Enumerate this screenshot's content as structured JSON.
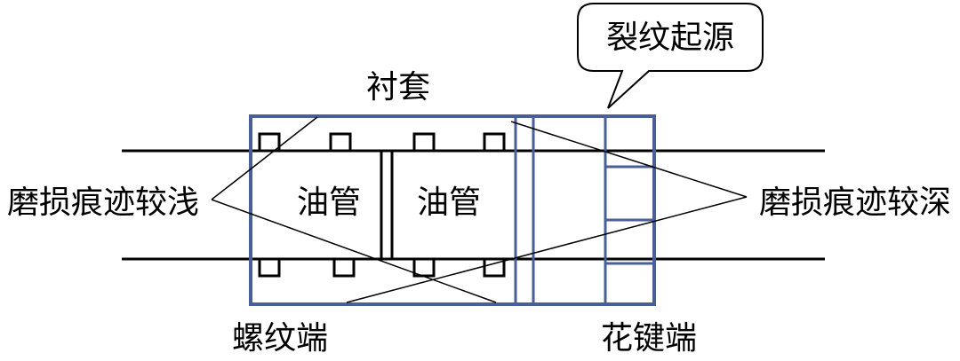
{
  "labels": {
    "crack_origin": "裂纹起源",
    "liner": "衬套",
    "wear_light": "磨损痕迹较浅",
    "tubing_left": "油管",
    "tubing_right": "油管",
    "wear_deep": "磨损痕迹较深",
    "thread_end": "螺纹端",
    "spline_end": "花键端"
  },
  "colors": {
    "liner": "#4a5f9a",
    "line": "#000000",
    "background": "#ffffff"
  }
}
